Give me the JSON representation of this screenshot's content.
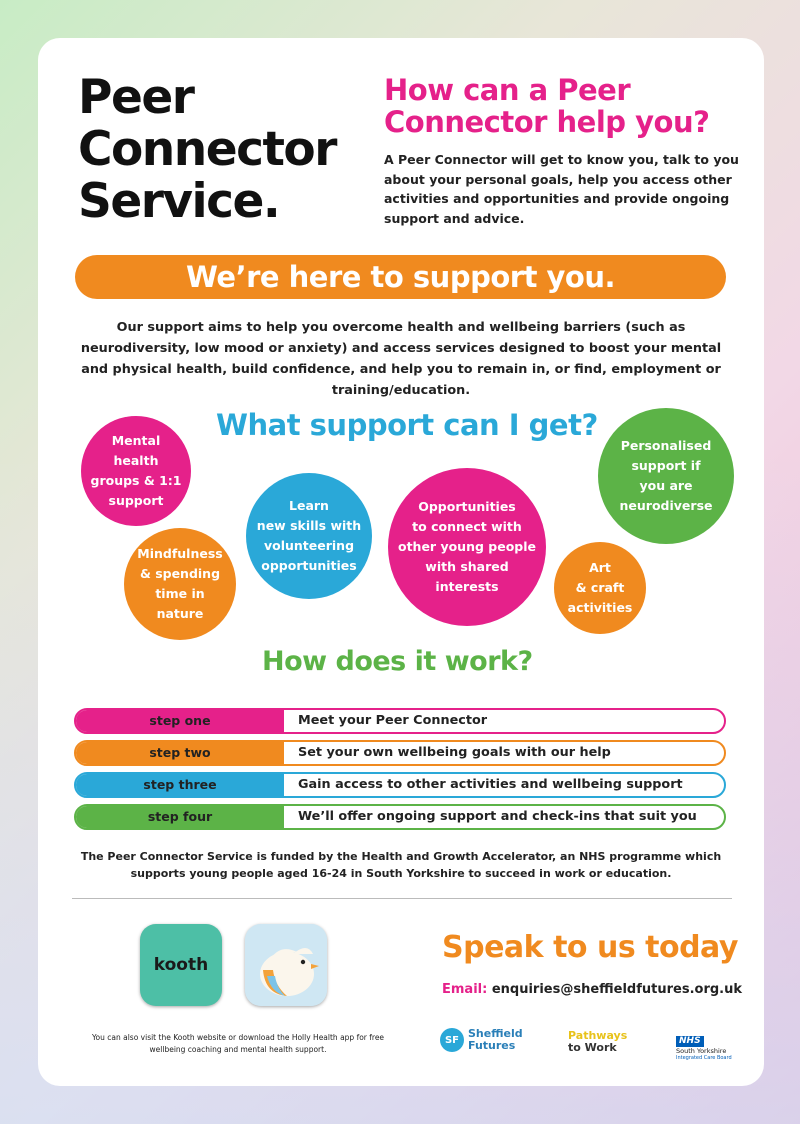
{
  "title": [
    "Peer",
    "Connector",
    "Service."
  ],
  "help": {
    "heading": [
      "How can a Peer",
      "Connector help you?"
    ],
    "body": "A Peer Connector will get to know you, talk to you about your personal goals, help you access other activities and opportunities and provide ongoing support and advice."
  },
  "banner": "We’re here to support you.",
  "intro": "Our support aims to help you overcome health and wellbeing barriers (such as neurodiversity, low mood or anxiety) and access services designed to boost your mental and physical health, build confidence, and help you to remain in, or find, employment or training/education.",
  "support": {
    "heading": "What support can I get?",
    "bubbles": [
      {
        "lines": [
          "Mental",
          "health",
          "groups & 1:1",
          "support"
        ],
        "color": "#e5218a"
      },
      {
        "lines": [
          "Mindfulness",
          "& spending",
          "time in",
          "nature"
        ],
        "color": "#f08a1f"
      },
      {
        "lines": [
          "Learn",
          "new skills with",
          "volunteering",
          "opportunities"
        ],
        "color": "#2aa8d8"
      },
      {
        "lines": [
          "Opportunities",
          "to connect with",
          "other young people",
          "with shared",
          "interests"
        ],
        "color": "#e5218a"
      },
      {
        "lines": [
          "Art",
          "& craft",
          "activities"
        ],
        "color": "#f08a1f"
      },
      {
        "lines": [
          "Personalised",
          "support if",
          "you are",
          "neurodiverse"
        ],
        "color": "#5cb347"
      }
    ]
  },
  "work": {
    "heading": "How does it work?",
    "steps": [
      {
        "label": "step one",
        "text": "Meet your Peer Connector",
        "color": "#e5218a"
      },
      {
        "label": "step two",
        "text": "Set your own wellbeing goals with our help",
        "color": "#f08a1f"
      },
      {
        "label": "step three",
        "text": "Gain access to other activities and wellbeing support",
        "color": "#2aa8d8"
      },
      {
        "label": "step four",
        "text": "We’ll offer ongoing support and check-ins that suit you",
        "color": "#5cb347"
      }
    ]
  },
  "funded": "The Peer Connector Service is funded by the Health and Growth Accelerator, an NHS programme which supports young people aged 16-24 in South Yorkshire to succeed in work or education.",
  "apps": {
    "kooth_label": "kooth",
    "note": "You can also visit the Kooth website or download the Holly Health app for free wellbeing coaching and mental health support."
  },
  "contact": {
    "heading": "Speak to us today",
    "email_label": "Email:",
    "email": "enquiries@sheffieldfutures.org.uk"
  },
  "logos": {
    "sf_mark": "SF",
    "sf_line1": "Sheffield",
    "sf_line2": "Futures",
    "ptw_line1": "Pathways",
    "ptw_line2": "to Work",
    "nhs_box": "NHS",
    "nhs_line1": "South Yorkshire",
    "nhs_line2": "Integrated Care Board"
  }
}
